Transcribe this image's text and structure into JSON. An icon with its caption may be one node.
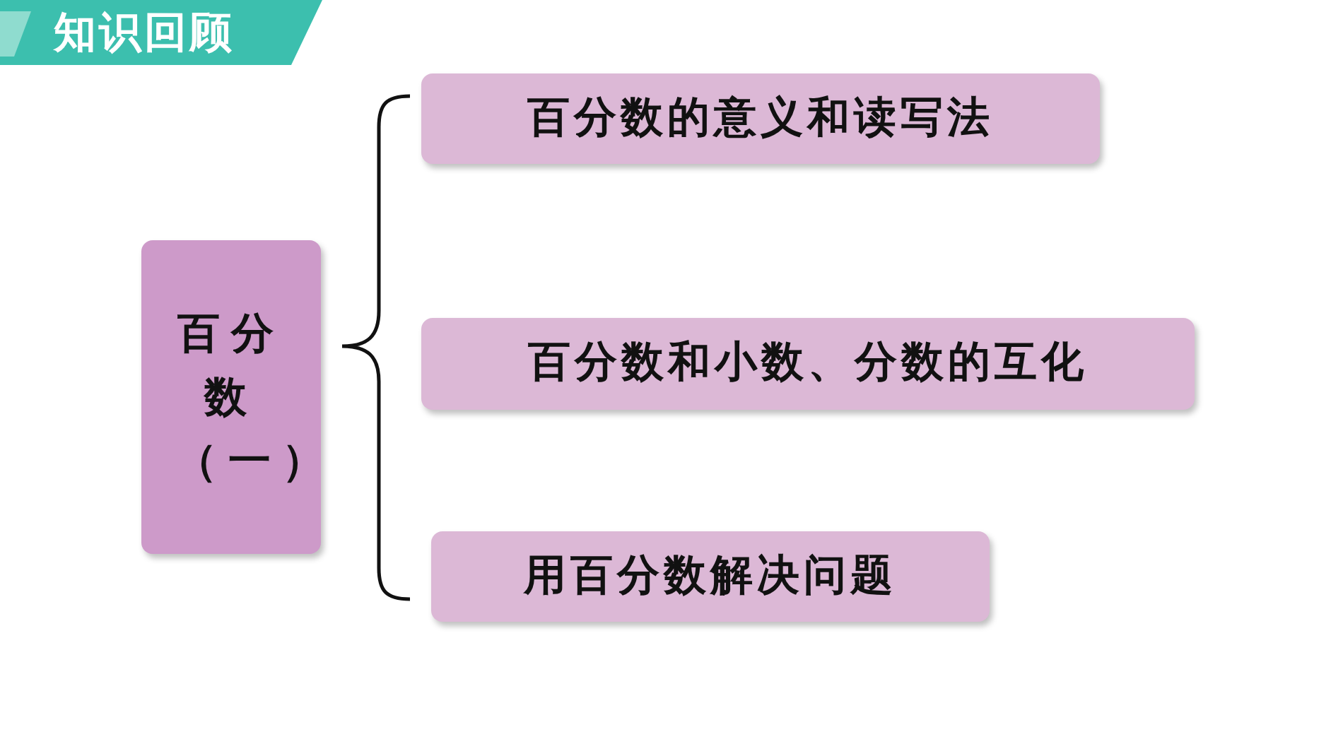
{
  "diagram": {
    "title": "知识回顾",
    "nodes": [
      {
        "text": [
          "百分数（一）"
        ]
      },
      {
        "text": [
          "百分数的意义和读写法"
        ]
      },
      {
        "text": [
          "百分数和小数、分数的互化"
        ]
      },
      {
        "text": [
          "用百分数解决问题"
        ]
      }
    ]
  }
}
